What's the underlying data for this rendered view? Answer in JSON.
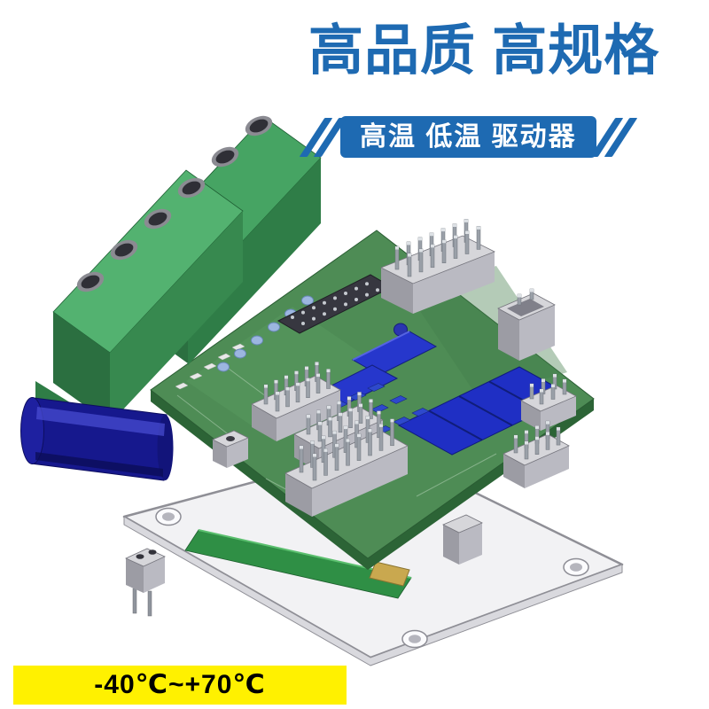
{
  "title": {
    "text": "高品质 高规格",
    "color": "#1e6ab2"
  },
  "banner": {
    "text": "高温 低温 驱动器",
    "bg": "#1e6ab2",
    "fg": "#ffffff"
  },
  "temp_badge": {
    "text": "-40℃~+70℃",
    "bg": "#fff100",
    "fg": "#000000"
  },
  "illustration": {
    "alt": "3D CAD render of a high/low temperature motor driver module: green terminal blocks, blue capacitor, green PCB with gray pin-header connectors and blue components over a gray mounting plate with corner holes, plus a small 2-pin plug",
    "colors": {
      "terminal_top": "#46a463",
      "terminal_front": "#2f7d47",
      "terminal_side": "#2b6f40",
      "pcb_top": "#4e8c55",
      "pcb_edge": "#2c6436",
      "connector_top": "#d6d6da",
      "connector_left": "#9c9ca4",
      "connector_right": "#babac2",
      "component_blue": "#2637cc",
      "capacitor_blue": "#16188d",
      "plate_fill": "#f2f2f4",
      "plate_stroke": "#8f8f96",
      "lower_board": "#2f8f45",
      "gold": "#c9a84f"
    }
  }
}
